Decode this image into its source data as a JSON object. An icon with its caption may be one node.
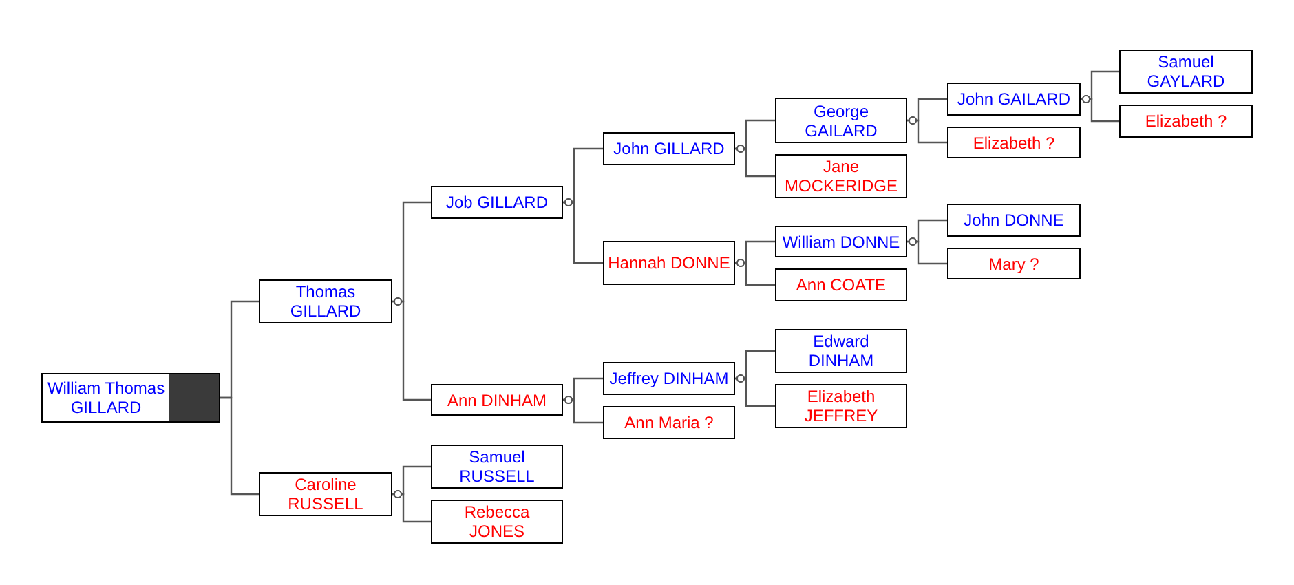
{
  "diagram": {
    "nodes": [
      {
        "text": [
          "William Thomas GILLARD"
        ]
      },
      {
        "text": [
          "Thomas GILLARD"
        ]
      },
      {
        "text": [
          "Job GILLARD"
        ]
      },
      {
        "text": [
          "John GILLARD"
        ]
      },
      {
        "text": [
          "George GAILARD"
        ]
      },
      {
        "text": [
          "John GAILARD"
        ]
      },
      {
        "text": [
          "Samuel GAYLARD"
        ]
      },
      {
        "text": [
          "Elizabeth ?"
        ]
      },
      {
        "text": [
          "Elizabeth ?"
        ]
      },
      {
        "text": [
          "Jane MOCKERIDGE"
        ]
      },
      {
        "text": [
          "Hannah DONNE"
        ]
      },
      {
        "text": [
          "William DONNE"
        ]
      },
      {
        "text": [
          "John DONNE"
        ]
      },
      {
        "text": [
          "Mary ?"
        ]
      },
      {
        "text": [
          "Ann COATE"
        ]
      },
      {
        "text": [
          "Ann DINHAM"
        ]
      },
      {
        "text": [
          "Jeffrey DINHAM"
        ]
      },
      {
        "text": [
          "Edward DINHAM"
        ]
      },
      {
        "text": [
          "Elizabeth JEFFREY"
        ]
      },
      {
        "text": [
          "Ann Maria ?"
        ]
      },
      {
        "text": [
          "Caroline RUSSELL"
        ]
      },
      {
        "text": [
          "Samuel RUSSELL"
        ]
      },
      {
        "text": [
          "Rebecca JONES"
        ]
      }
    ],
    "edges": [
      {
        "from": 0,
        "to": 1,
        "arrow": "none"
      },
      {
        "from": 0,
        "to": 20,
        "arrow": "none"
      },
      {
        "from": 1,
        "to": 2,
        "arrow": "other"
      },
      {
        "from": 1,
        "to": 15,
        "arrow": "other"
      },
      {
        "from": 2,
        "to": 3,
        "arrow": "other"
      },
      {
        "from": 2,
        "to": 10,
        "arrow": "other"
      },
      {
        "from": 3,
        "to": 4,
        "arrow": "other"
      },
      {
        "from": 3,
        "to": 9,
        "arrow": "other"
      },
      {
        "from": 4,
        "to": 5,
        "arrow": "other"
      },
      {
        "from": 4,
        "to": 8,
        "arrow": "other"
      },
      {
        "from": 5,
        "to": 6,
        "arrow": "other"
      },
      {
        "from": 5,
        "to": 7,
        "arrow": "other"
      },
      {
        "from": 10,
        "to": 11,
        "arrow": "other"
      },
      {
        "from": 10,
        "to": 14,
        "arrow": "other"
      },
      {
        "from": 11,
        "to": 12,
        "arrow": "other"
      },
      {
        "from": 11,
        "to": 13,
        "arrow": "other"
      },
      {
        "from": 15,
        "to": 16,
        "arrow": "other"
      },
      {
        "from": 15,
        "to": 19,
        "arrow": "other"
      },
      {
        "from": 16,
        "to": 17,
        "arrow": "other"
      },
      {
        "from": 16,
        "to": 18,
        "arrow": "other"
      },
      {
        "from": 20,
        "to": 21,
        "arrow": "other"
      },
      {
        "from": 20,
        "to": 22,
        "arrow": "other"
      }
    ]
  }
}
